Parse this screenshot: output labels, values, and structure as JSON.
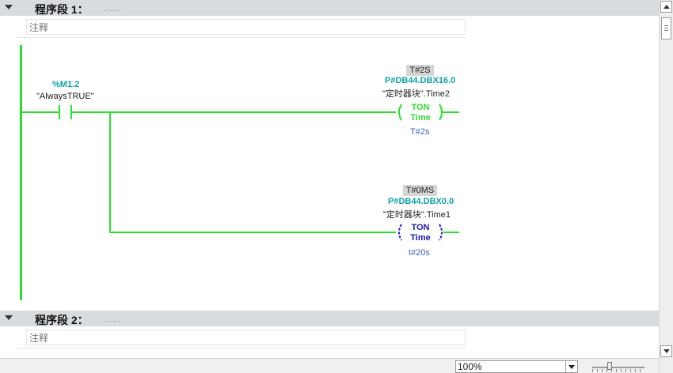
{
  "networks": [
    {
      "title": "程序段 1：",
      "dots": "......",
      "comment_placeholder": "注释"
    },
    {
      "title": "程序段 2：",
      "dots": "......",
      "comment_placeholder": "注释"
    }
  ],
  "contact": {
    "address": "%M1.2",
    "name": "\"AlwaysTRUE\""
  },
  "coils": [
    {
      "param": "T#2S",
      "address": "P#DB44.DBX16.0",
      "name": "\"定时器块\".Time2",
      "type": "TON",
      "sub": "Time",
      "value": "T#2s",
      "color": "#33dd33"
    },
    {
      "param": "T#0MS",
      "address": "P#DB44.DBX0.0",
      "name": "\"定时器块\".Time1",
      "type": "TON",
      "sub": "Time",
      "value": "t#20s",
      "color": "#1a1ab0"
    }
  ],
  "colors": {
    "wire": "#27e127",
    "address": "#10a3a3",
    "value": "#3d63b8",
    "header": "#d9dcdf"
  },
  "statusbar": {
    "zoom": "100%"
  },
  "icons": {
    "collapse": "triangle-down-icon",
    "scroll_up": "arrow-up-icon",
    "scroll_down": "arrow-down-icon"
  }
}
